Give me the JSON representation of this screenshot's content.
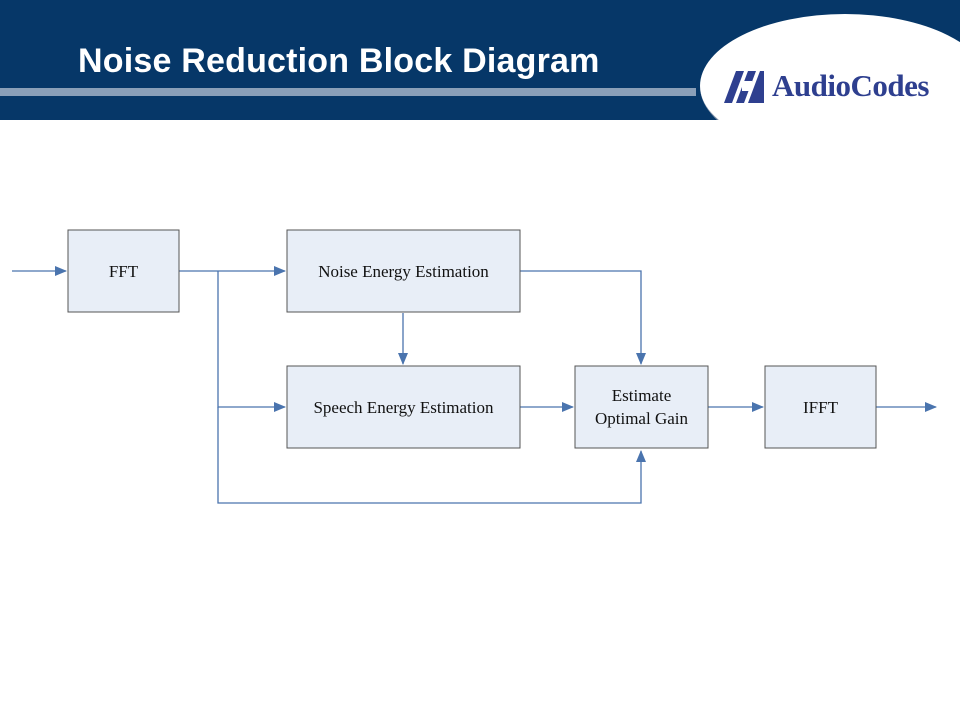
{
  "slide": {
    "title": "Noise Reduction Block Diagram",
    "logo_text": "AudioCodes"
  },
  "colors": {
    "header_bg": "#063768",
    "rule": "#8a9fb8",
    "block_fill": "#e8eef7",
    "block_stroke": "#555555",
    "connector": "#4a74ae",
    "logo_text": "#2e3f8f"
  },
  "diagram": {
    "blocks": {
      "fft": {
        "label": "FFT"
      },
      "noise_energy": {
        "label": "Noise Energy Estimation"
      },
      "speech_energy": {
        "label": "Speech Energy Estimation"
      },
      "gain": {
        "label_line1": "Estimate",
        "label_line2": "Optimal Gain"
      },
      "ifft": {
        "label": "IFFT"
      }
    }
  }
}
